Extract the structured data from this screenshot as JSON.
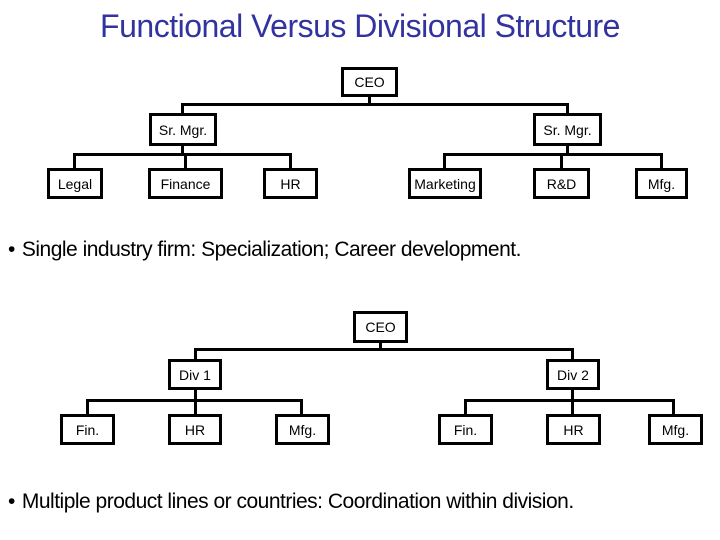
{
  "slide": {
    "title": "Functional Versus Divisional Structure"
  },
  "functional_chart": {
    "ceo": "CEO",
    "sr_mgr_left": "Sr. Mgr.",
    "sr_mgr_right": "Sr. Mgr.",
    "legal": "Legal",
    "finance": "Finance",
    "hr": "HR",
    "marketing": "Marketing",
    "rnd": "R&D",
    "mfg": "Mfg.",
    "bullet_marker": "•",
    "bullet_text": "Single industry firm: Specialization; Career development."
  },
  "divisional_chart": {
    "ceo": "CEO",
    "div1": "Div 1",
    "div2": "Div 2",
    "div1_fin": "Fin.",
    "div1_hr": "HR",
    "div1_mfg": "Mfg.",
    "div2_fin": "Fin.",
    "div2_hr": "HR",
    "div2_mfg": "Mfg.",
    "bullet_marker": "•",
    "bullet_text": "Multiple product lines or countries: Coordination within division."
  },
  "colors": {
    "title_text": "#3333A0",
    "box_border": "#000000",
    "connector": "#000000",
    "body_text": "#000000",
    "background": "#FFFFFF"
  }
}
